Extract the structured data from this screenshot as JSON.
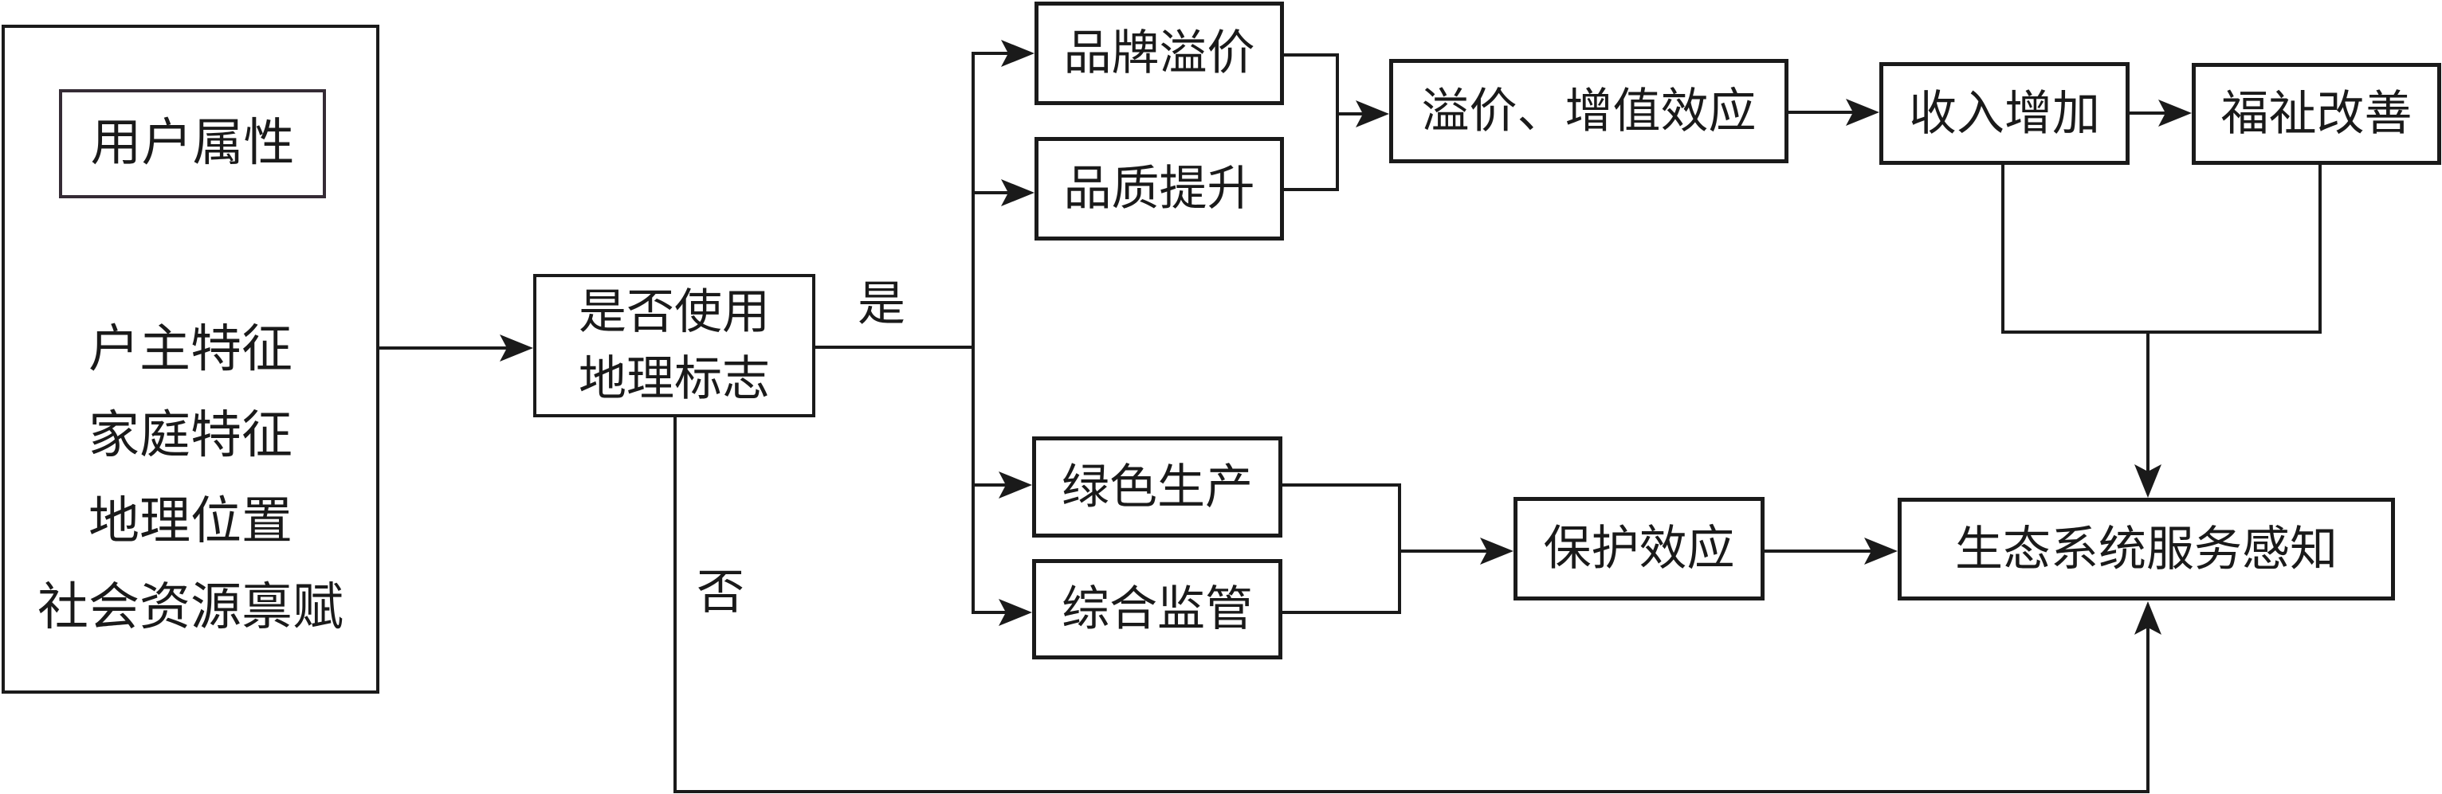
{
  "diagram": {
    "type": "flowchart",
    "user_attributes": {
      "title": "用户属性",
      "items": [
        "户主特征",
        "家庭特征",
        "地理位置",
        "社会资源禀赋"
      ]
    },
    "decision": {
      "line1": "是否使用",
      "line2": "地理标志"
    },
    "branch_labels": {
      "yes": "是",
      "no": "否"
    },
    "nodes": {
      "brand_premium": "品牌溢价",
      "quality_upgrade": "品质提升",
      "premium_value_effect": "溢价、增值效应",
      "income_increase": "收入增加",
      "welfare_improvement": "福祉改善",
      "green_production": "绿色生产",
      "integrated_supervision": "综合监管",
      "protection_effect": "保护效应",
      "ecosystem_service_perception": "生态系统服务感知"
    },
    "edges": [
      {
        "from": "用户属性",
        "to": "是否使用地理标志"
      },
      {
        "from": "是否使用地理标志",
        "to": "品牌溢价",
        "label": "是"
      },
      {
        "from": "是否使用地理标志",
        "to": "品质提升",
        "label": "是"
      },
      {
        "from": "是否使用地理标志",
        "to": "绿色生产",
        "label": "是"
      },
      {
        "from": "是否使用地理标志",
        "to": "综合监管",
        "label": "是"
      },
      {
        "from": "品牌溢价",
        "to": "溢价、增值效应"
      },
      {
        "from": "品质提升",
        "to": "溢价、增值效应"
      },
      {
        "from": "溢价、增值效应",
        "to": "收入增加"
      },
      {
        "from": "收入增加",
        "to": "福祉改善"
      },
      {
        "from": "收入增加",
        "to": "生态系统服务感知"
      },
      {
        "from": "福祉改善",
        "to": "生态系统服务感知"
      },
      {
        "from": "绿色生产",
        "to": "保护效应"
      },
      {
        "from": "综合监管",
        "to": "保护效应"
      },
      {
        "from": "保护效应",
        "to": "生态系统服务感知"
      },
      {
        "from": "是否使用地理标志",
        "to": "生态系统服务感知",
        "label": "否"
      }
    ],
    "colors": {
      "line": "#1a1a1a",
      "text": "#1a1a1a",
      "inner_title_border": "#352b35",
      "background": "#ffffff"
    }
  }
}
